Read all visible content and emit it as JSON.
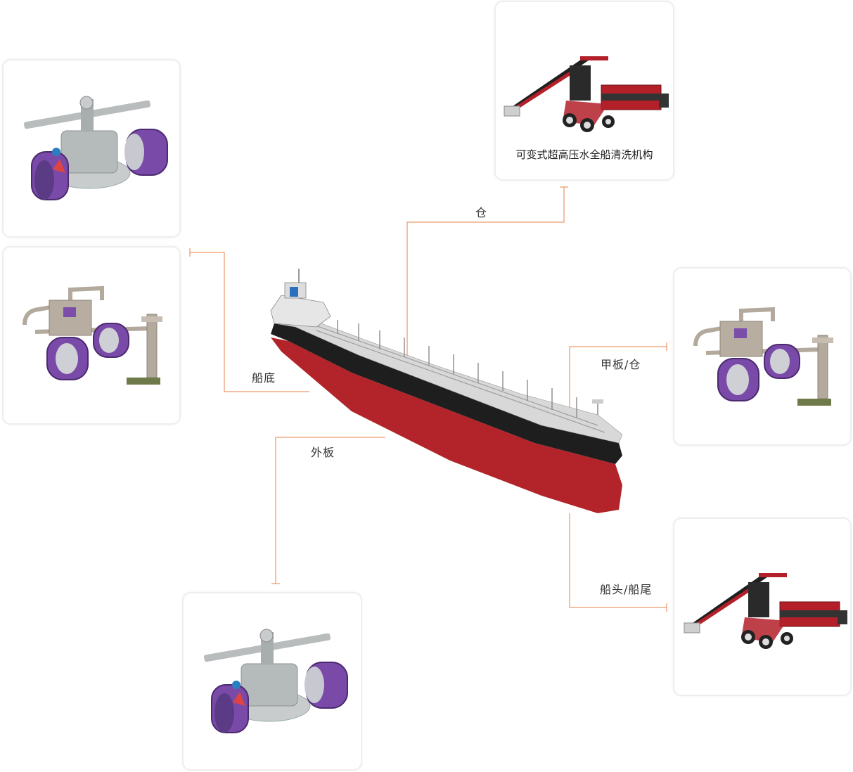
{
  "cards": {
    "top_center_caption": "可变式超高压水全船清洗机构"
  },
  "labels": {
    "hold": "仓",
    "bottom": "船底",
    "deck_hold": "甲板/仓",
    "outer_plate": "外板",
    "bow_stern": "船头/船尾"
  },
  "colors": {
    "connector": "#e8804a",
    "hull_red": "#b2242a",
    "hull_black": "#1e1e1e",
    "deck_grey": "#d8d8d8",
    "wheel_purple": "#7a4aa8",
    "arm_red": "#b3202a"
  }
}
